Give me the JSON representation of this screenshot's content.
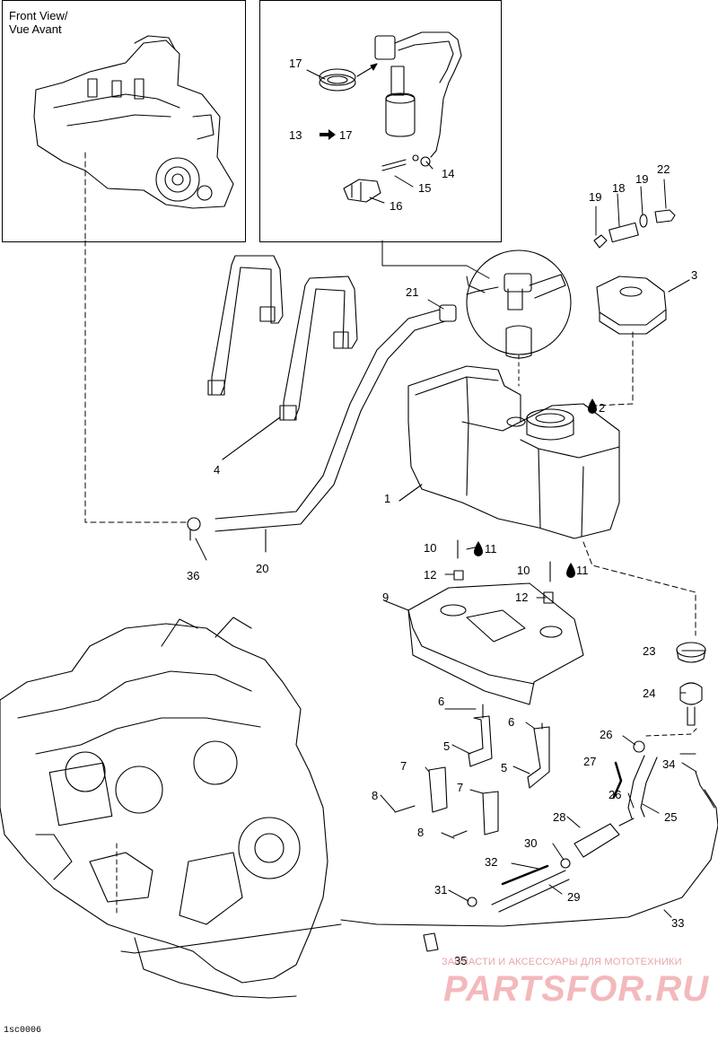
{
  "inset_front": {
    "label_line1": "Front View/",
    "label_line2": "Vue Avant"
  },
  "callouts": [
    {
      "id": "c1",
      "text": "1"
    },
    {
      "id": "c2",
      "text": "2"
    },
    {
      "id": "c3",
      "text": "3"
    },
    {
      "id": "c4",
      "text": "4"
    },
    {
      "id": "c5a",
      "text": "5"
    },
    {
      "id": "c5b",
      "text": "5"
    },
    {
      "id": "c6a",
      "text": "6"
    },
    {
      "id": "c6b",
      "text": "6"
    },
    {
      "id": "c7a",
      "text": "7"
    },
    {
      "id": "c7b",
      "text": "7"
    },
    {
      "id": "c8a",
      "text": "8"
    },
    {
      "id": "c8b",
      "text": "8"
    },
    {
      "id": "c9",
      "text": "9"
    },
    {
      "id": "c10a",
      "text": "10"
    },
    {
      "id": "c10b",
      "text": "10"
    },
    {
      "id": "c11a",
      "text": "11"
    },
    {
      "id": "c11b",
      "text": "11"
    },
    {
      "id": "c12a",
      "text": "12"
    },
    {
      "id": "c12b",
      "text": "12"
    },
    {
      "id": "c13",
      "text": "13"
    },
    {
      "id": "c13to",
      "text": "17"
    },
    {
      "id": "c14",
      "text": "14"
    },
    {
      "id": "c15",
      "text": "15"
    },
    {
      "id": "c16",
      "text": "16"
    },
    {
      "id": "c17",
      "text": "17"
    },
    {
      "id": "c18",
      "text": "18"
    },
    {
      "id": "c19a",
      "text": "19"
    },
    {
      "id": "c19b",
      "text": "19"
    },
    {
      "id": "c20",
      "text": "20"
    },
    {
      "id": "c21",
      "text": "21"
    },
    {
      "id": "c22",
      "text": "22"
    },
    {
      "id": "c23",
      "text": "23"
    },
    {
      "id": "c24",
      "text": "24"
    },
    {
      "id": "c25",
      "text": "25"
    },
    {
      "id": "c26a",
      "text": "26"
    },
    {
      "id": "c26b",
      "text": "26"
    },
    {
      "id": "c27",
      "text": "27"
    },
    {
      "id": "c28",
      "text": "28"
    },
    {
      "id": "c29",
      "text": "29"
    },
    {
      "id": "c30",
      "text": "30"
    },
    {
      "id": "c31",
      "text": "31"
    },
    {
      "id": "c32",
      "text": "32"
    },
    {
      "id": "c33",
      "text": "33"
    },
    {
      "id": "c34",
      "text": "34"
    },
    {
      "id": "c35",
      "text": "35"
    },
    {
      "id": "c36",
      "text": "36"
    }
  ],
  "watermark": {
    "tagline": "ЗАПЧАСТИ И АКСЕССУАРЫ ДЛЯ МОТОТЕХНИКИ",
    "brand": "PARTSFOR.RU",
    "color": "#f3b9bc"
  },
  "document_id": "1sc0006"
}
